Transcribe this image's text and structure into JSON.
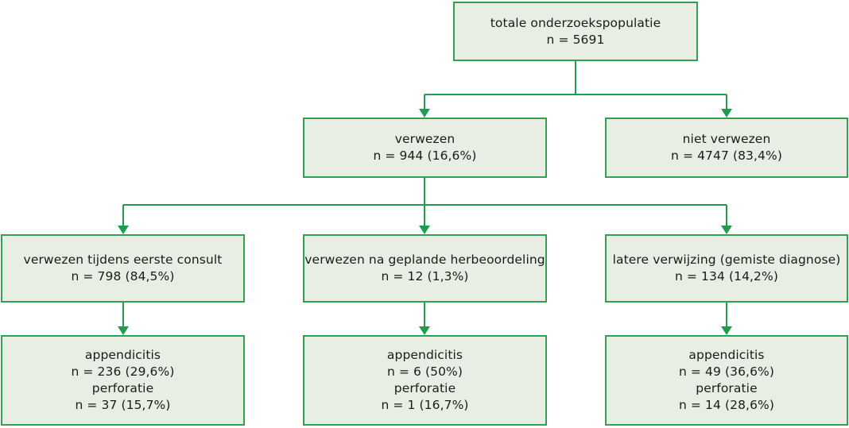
{
  "diagram": {
    "type": "flowchart",
    "title": "totale onderzoekspopulatie flowchart",
    "language": "nl",
    "colors": {
      "box_fill": "#e8eee3",
      "box_border": "#30a14e",
      "connector": "#1f9c4d",
      "text": "#1b1b1b",
      "background": "#ffffff"
    },
    "nodes": {
      "total": {
        "line1": "totale onderzoekspopulatie",
        "line2": "n = 5691"
      },
      "referred": {
        "line1": "verwezen",
        "line2": "n = 944 (16,6%)"
      },
      "not_referred": {
        "line1": "niet verwezen",
        "line2": "n = 4747 (83,4%)"
      },
      "first_consult": {
        "line1": "verwezen tijdens eerste consult",
        "line2": "n = 798 (84,5%)"
      },
      "planned_reassessment": {
        "line1": "verwezen na geplande herbeoordeling",
        "line2": "n = 12 (1,3%)"
      },
      "later_referral": {
        "line1": "latere verwijzing (gemiste diagnose)",
        "line2": "n = 134 (14,2%)"
      },
      "outcome_left": {
        "line1": "appendicitis",
        "line2": "n = 236 (29,6%)",
        "line3": "perforatie",
        "line4": "n = 37 (15,7%)"
      },
      "outcome_middle": {
        "line1": "appendicitis",
        "line2": "n = 6 (50%)",
        "line3": "perforatie",
        "line4": "n = 1 (16,7%)"
      },
      "outcome_right": {
        "line1": "appendicitis",
        "line2": "n = 49 (36,6%)",
        "line3": "perforatie",
        "line4": "n = 14 (28,6%)"
      }
    }
  }
}
